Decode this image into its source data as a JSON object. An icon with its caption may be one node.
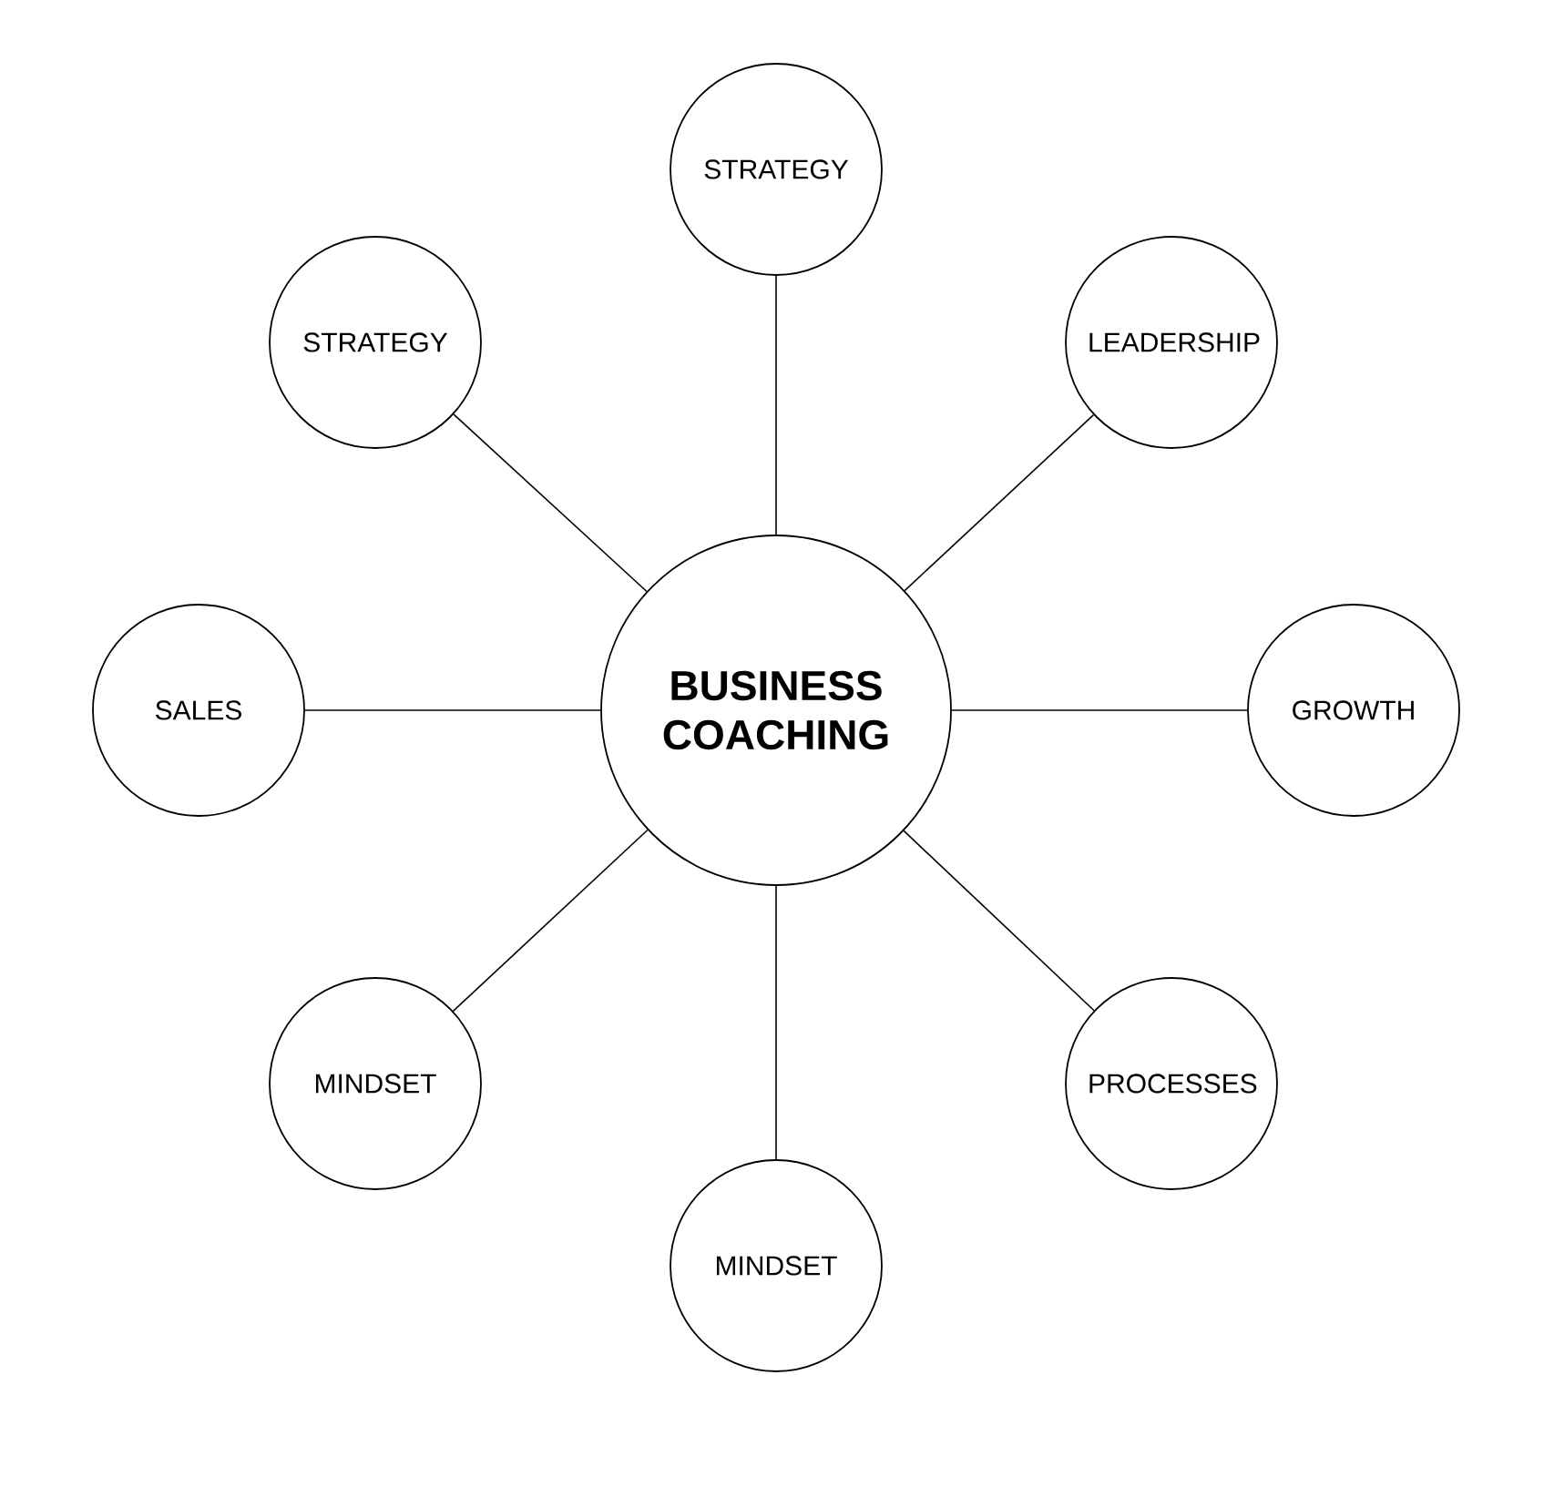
{
  "diagram": {
    "nodes": [
      {
        "text": [
          "STRATEGY"
        ]
      },
      {
        "text": [
          "STRATEGY"
        ]
      },
      {
        "text": [
          "LEADERSHIP"
        ]
      },
      {
        "text": [
          "SALES"
        ]
      },
      {
        "text": [
          "BUSINESS COACHING"
        ]
      },
      {
        "text": [
          "GROWTH"
        ]
      },
      {
        "text": [
          "MINDSET"
        ]
      },
      {
        "text": [
          "PROCESSES"
        ]
      },
      {
        "text": [
          "MINDSET"
        ]
      }
    ],
    "edges": [
      {
        "from": 4,
        "to": 0,
        "arrow": "none"
      },
      {
        "from": 4,
        "to": 1,
        "arrow": "none"
      },
      {
        "from": 4,
        "to": 2,
        "arrow": "none"
      },
      {
        "from": 4,
        "to": 3,
        "arrow": "none"
      },
      {
        "from": 4,
        "to": 5,
        "arrow": "none"
      },
      {
        "from": 4,
        "to": 6,
        "arrow": "none"
      },
      {
        "from": 4,
        "to": 7,
        "arrow": "none"
      },
      {
        "from": 4,
        "to": 8,
        "arrow": "none"
      }
    ]
  }
}
